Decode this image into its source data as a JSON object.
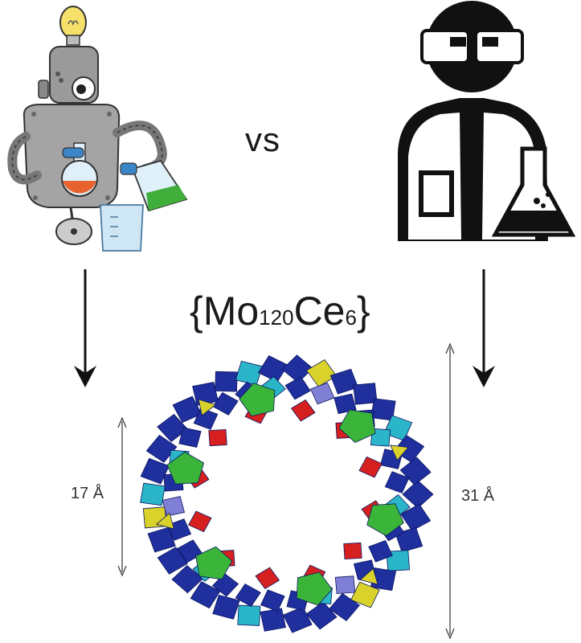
{
  "labels": {
    "versus": "vs",
    "formula_open": "{Mo",
    "formula_mo_count": "120",
    "formula_ce": "Ce",
    "formula_ce_count": "6",
    "formula_close": "}",
    "inner_diameter": "17 Å",
    "outer_diameter": "31 Å"
  },
  "colors": {
    "ink": "#1a1a1a",
    "robot_body": "#9a9a9a",
    "flask_orange": "#e8622e",
    "flask_green": "#3fae3a",
    "beaker_blue": "#cfe6f5",
    "bulb_yellow": "#f5e06a",
    "polyhedra": [
      "#1f2f9e",
      "#2bb5c9",
      "#3ab53a",
      "#d62020",
      "#d9d22a",
      "#7f7fd6"
    ]
  },
  "icons": [
    "robot-chemist-icon",
    "human-chemist-icon",
    "down-arrow-icon",
    "polyoxometalate-ring-icon"
  ]
}
